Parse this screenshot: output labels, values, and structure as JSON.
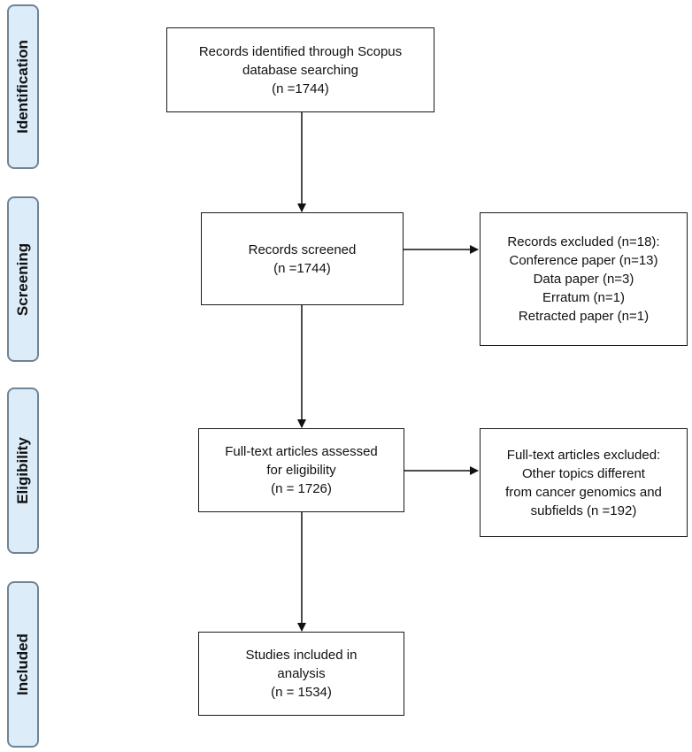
{
  "stages": {
    "identification": "Identification",
    "screening": "Screening",
    "eligibility": "Eligibility",
    "included": "Included"
  },
  "boxes": {
    "identified": {
      "line1": "Records identified through Scopus",
      "line2": "database searching",
      "line3": "(n =1744)"
    },
    "screened": {
      "line1": "Records screened",
      "line2": "(n =1744)"
    },
    "excluded_records": {
      "line1": "Records excluded (n=18):",
      "line2": "Conference paper (n=13)",
      "line3": "Data paper (n=3)",
      "line4": "Erratum (n=1)",
      "line5": "Retracted paper (n=1)"
    },
    "fulltext_assessed": {
      "line1": "Full-text articles assessed",
      "line2": "for eligibility",
      "line3": "(n = 1726)"
    },
    "fulltext_excluded": {
      "line1": "Full-text articles excluded:",
      "line2": "Other topics different",
      "line3": "from cancer genomics and",
      "line4": "subfields (n =192)"
    },
    "included": {
      "line1": "Studies included in",
      "line2": "analysis",
      "line3": "(n = 1534)"
    }
  },
  "colors": {
    "stage_fill": "#dcecf8",
    "stage_border": "#6f8496",
    "box_border": "#1a1a1a",
    "arrow": "#111111"
  }
}
